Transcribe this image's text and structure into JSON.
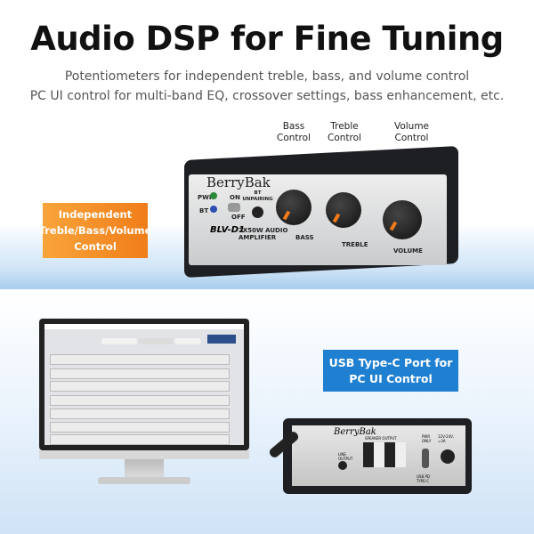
{
  "header": {
    "title": "Audio DSP for Fine Tuning",
    "subtitle_1": "Potentiometers for independent treble, bass, and volume control",
    "subtitle_2": "PC UI control for multi-band EQ, crossover settings, bass enhancement, etc."
  },
  "callouts": {
    "bass": "Bass Control",
    "treble": "Treble Control",
    "volume": "Volume Control",
    "orange_badge": "Independent Treble/Bass/Volume Control",
    "blue_badge": "USB Type-C Port for PC UI Control"
  },
  "device_front": {
    "brand": "BerryBak",
    "model": "BLV-D1",
    "desc": "2X50W AUDIO AMPLIFIER",
    "pwr": "PWR",
    "bt": "BT",
    "on": "ON",
    "off": "OFF",
    "bt_unpair": "BT UNPAIRING",
    "knobs": [
      "BASS",
      "TREBLE",
      "VOLUME"
    ]
  },
  "device_rear": {
    "brand": "BerryBak",
    "speaker": "SPEAKER OUTPUT",
    "pwr": "PWR ONLY",
    "volt": "12V-24V, =3A",
    "usb": "USB PD TYPE-C",
    "line": "LINE OUTPUT"
  },
  "colors": {
    "orange": "#f07d1a",
    "blue": "#1f7fd0"
  }
}
